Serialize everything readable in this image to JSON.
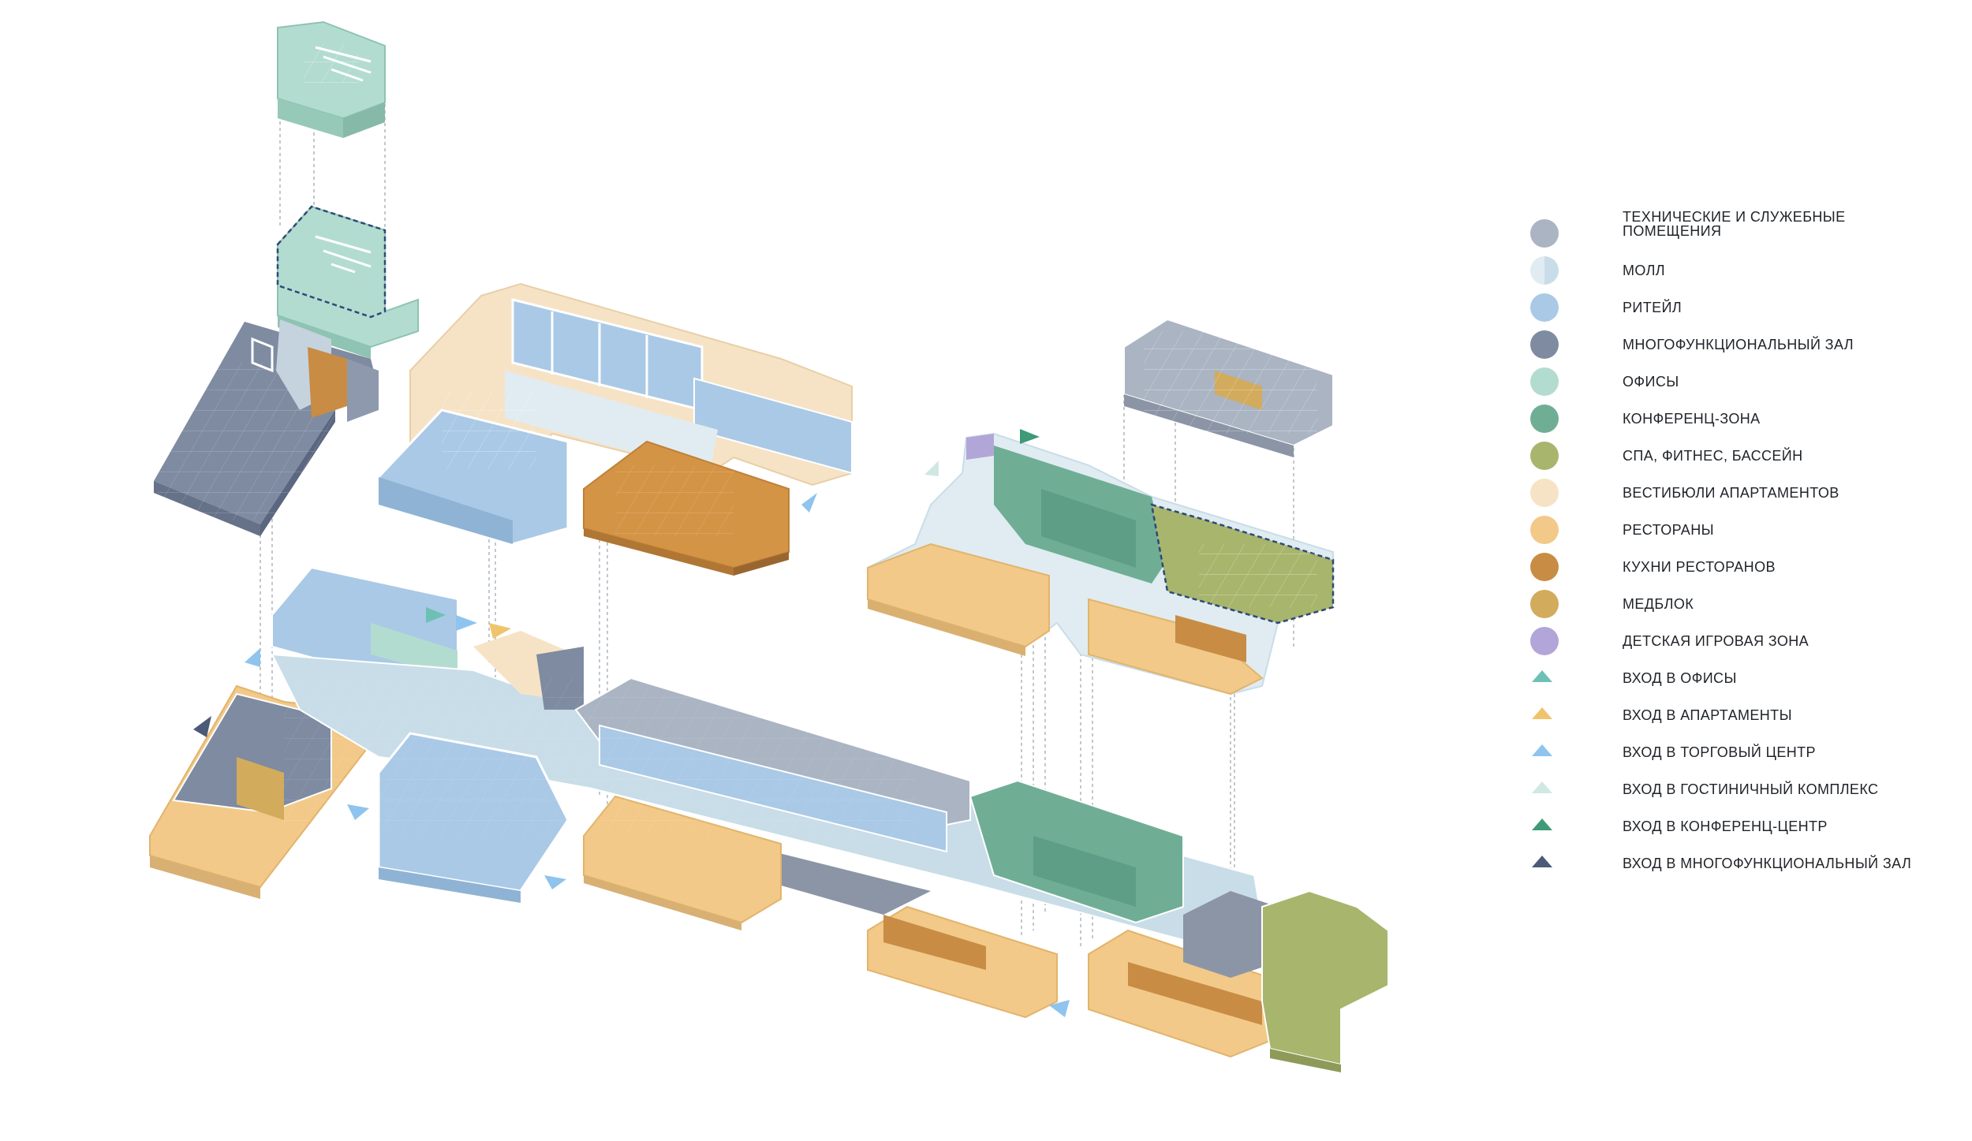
{
  "legend": {
    "zones": [
      {
        "label_line1": "ТЕХНИЧЕСКИЕ И СЛУЖЕБНЫЕ",
        "label_line2": "ПОМЕЩЕНИЯ",
        "color": "#aab4c2",
        "key": "tech"
      },
      {
        "label": "МОЛЛ",
        "color": "#e0ecf1",
        "color2": "#c8dde8",
        "key": "mall"
      },
      {
        "label": "РИТЕЙЛ",
        "color": "#a9c9e6",
        "key": "retail"
      },
      {
        "label": "МНОГОФУНКЦИОНАЛЬНЫЙ ЗАЛ",
        "color": "#7e8ba1",
        "key": "hall"
      },
      {
        "label": "ОФИСЫ",
        "color": "#b3dcd0",
        "key": "offices"
      },
      {
        "label": "КОНФЕРЕНЦ-ЗОНА",
        "color": "#6fae95",
        "key": "conference"
      },
      {
        "label": "СПА, ФИТНЕС, БАССЕЙН",
        "color": "#a8b56c",
        "key": "spa"
      },
      {
        "label": "ВЕСТИБЮЛИ АПАРТАМЕНТОВ",
        "color": "#f6e3c6",
        "key": "lobby"
      },
      {
        "label": "РЕСТОРАНЫ",
        "color": "#f2c988",
        "key": "restaurants"
      },
      {
        "label": "КУХНИ РЕСТОРАНОВ",
        "color": "#c88c44",
        "key": "kitchens"
      },
      {
        "label": "МЕДБЛОК",
        "color": "#d2ab5c",
        "key": "medical"
      },
      {
        "label": "ДЕТСКАЯ ИГРОВАЯ ЗОНА",
        "color": "#b2a6d8",
        "key": "kids"
      }
    ],
    "entrances": [
      {
        "label": "ВХОД В ОФИСЫ",
        "color": "#6fc0b4",
        "key": "ent-offices"
      },
      {
        "label": "ВХОД В АПАРТАМЕНТЫ",
        "color": "#f0c46c",
        "key": "ent-apartments"
      },
      {
        "label": "ВХОД В ТОРГОВЫЙ ЦЕНТР",
        "color": "#8ec4ee",
        "key": "ent-mall"
      },
      {
        "label": "ВХОД В ГОСТИНИЧНЫЙ КОМПЛЕКС",
        "color": "#cfe9e2",
        "key": "ent-hotel"
      },
      {
        "label": "ВХОД В КОНФЕРЕНЦ-ЦЕНТР",
        "color": "#3f9a7a",
        "key": "ent-conference"
      },
      {
        "label": "ВХОД В МНОГОФУНКЦИОНАЛЬНЫЙ ЗАЛ",
        "color": "#4b5a78",
        "key": "ent-hall"
      }
    ]
  }
}
